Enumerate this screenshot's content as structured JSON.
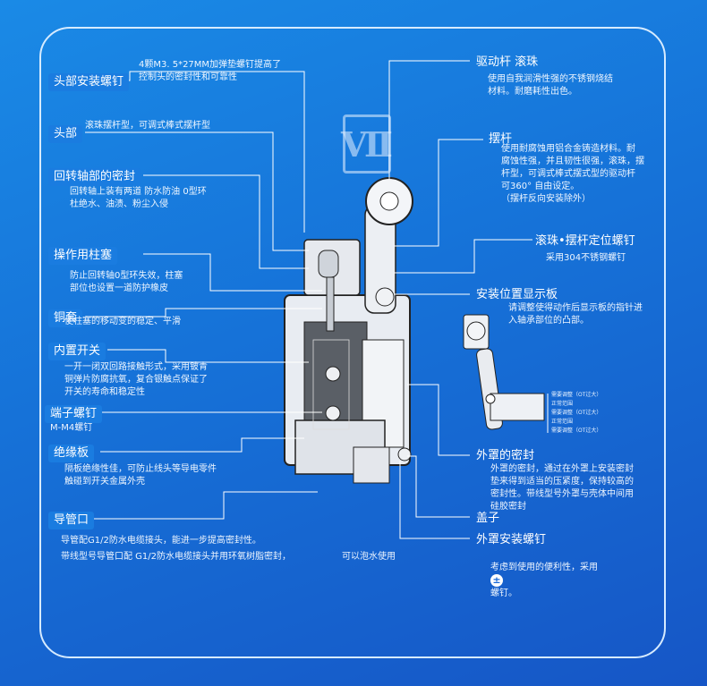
{
  "labels": {
    "head_screw": "头部安装螺钉",
    "head": "头部",
    "seal": "回转轴部的密封",
    "plunger": "操作用柱塞",
    "bushing": "铜套",
    "inner_switch": "内置开关",
    "terminal": "端子螺钉",
    "insulator": "绝缘板",
    "conduit": "导管口",
    "drive_rod": "驱动杆 滚珠",
    "lever": "摆杆",
    "roller_screw": "滚珠•摆杆定位螺钉",
    "indicator": "安装位置显示板",
    "cover_seal": "外罩的密封",
    "cap": "盖子",
    "cover_screw": "外罩安装螺钉"
  },
  "descriptions": {
    "head_screw_a": "4颗M3. 5*27MM加弹垫螺钉提高了",
    "head_screw_b": "控制头的密封性和可靠性",
    "head": "滚珠摆杆型，可调式棒式摆杆型",
    "seal": "回转轴上装有两道  防水防油 0型环\n杜绝水、油渍、粉尘入侵",
    "plunger": "防止回转轴0型环失效，柱塞\n部位也设置一道防护橡皮",
    "bushing": "使柱塞的移动变的稳定、平滑",
    "inner_switch": "一开一闭双回路接触形式，采用铍青\n铜弹片防腐抗氧，复合银触点保证了\n开关的寿命和稳定性",
    "terminal": "M-M4螺钉",
    "insulator": "隔板绝缘性佳，可防止线头等导电零件\n触碰到开关金属外壳",
    "conduit_a": "导管配G1/2防水电缆接头，能进一步提高密封性。",
    "conduit_b": "带线型号导管口配  G1/2防水电缆接头并用环氧树脂密封，",
    "conduit_c": "可以泡水使用",
    "drive_rod": "使用自我润滑性强的不锈钢烧结\n材料。耐磨耗性出色。",
    "lever": "使用耐腐蚀用铝合金铸造材料。耐\n腐蚀性强，并且韧性很强，滚珠，摆\n杆型，可调式棒式摆式型的驱动杆\n可360°  自由设定。\n（摆杆反向安装除外）",
    "roller_screw": "采用304不锈钢螺钉",
    "indicator": "请调整使得动作后显示板的指针进\n入轴承部位的凸部。",
    "cover_seal": "外罩的密封，通过在外罩上安装密封\n垫来得到适当的压紧度，保持较高的\n密封性。带线型号外罩与壳体中间用\n硅胶密封",
    "cover_screw_a": "考虑到使用的便利性，采用",
    "cover_screw_b": "螺钉。"
  },
  "icons": {
    "cover_screw": "plus-minus-screw-icon",
    "logo": "brand-logo"
  },
  "indicator_tags": [
    "需要调整（OT过大）",
    "正常范围",
    "需要调整（OT过大）",
    "正常范围",
    "需要调整（OT过大）"
  ],
  "colors": {
    "background": "#1a7ce0",
    "line": "#ffffff"
  }
}
